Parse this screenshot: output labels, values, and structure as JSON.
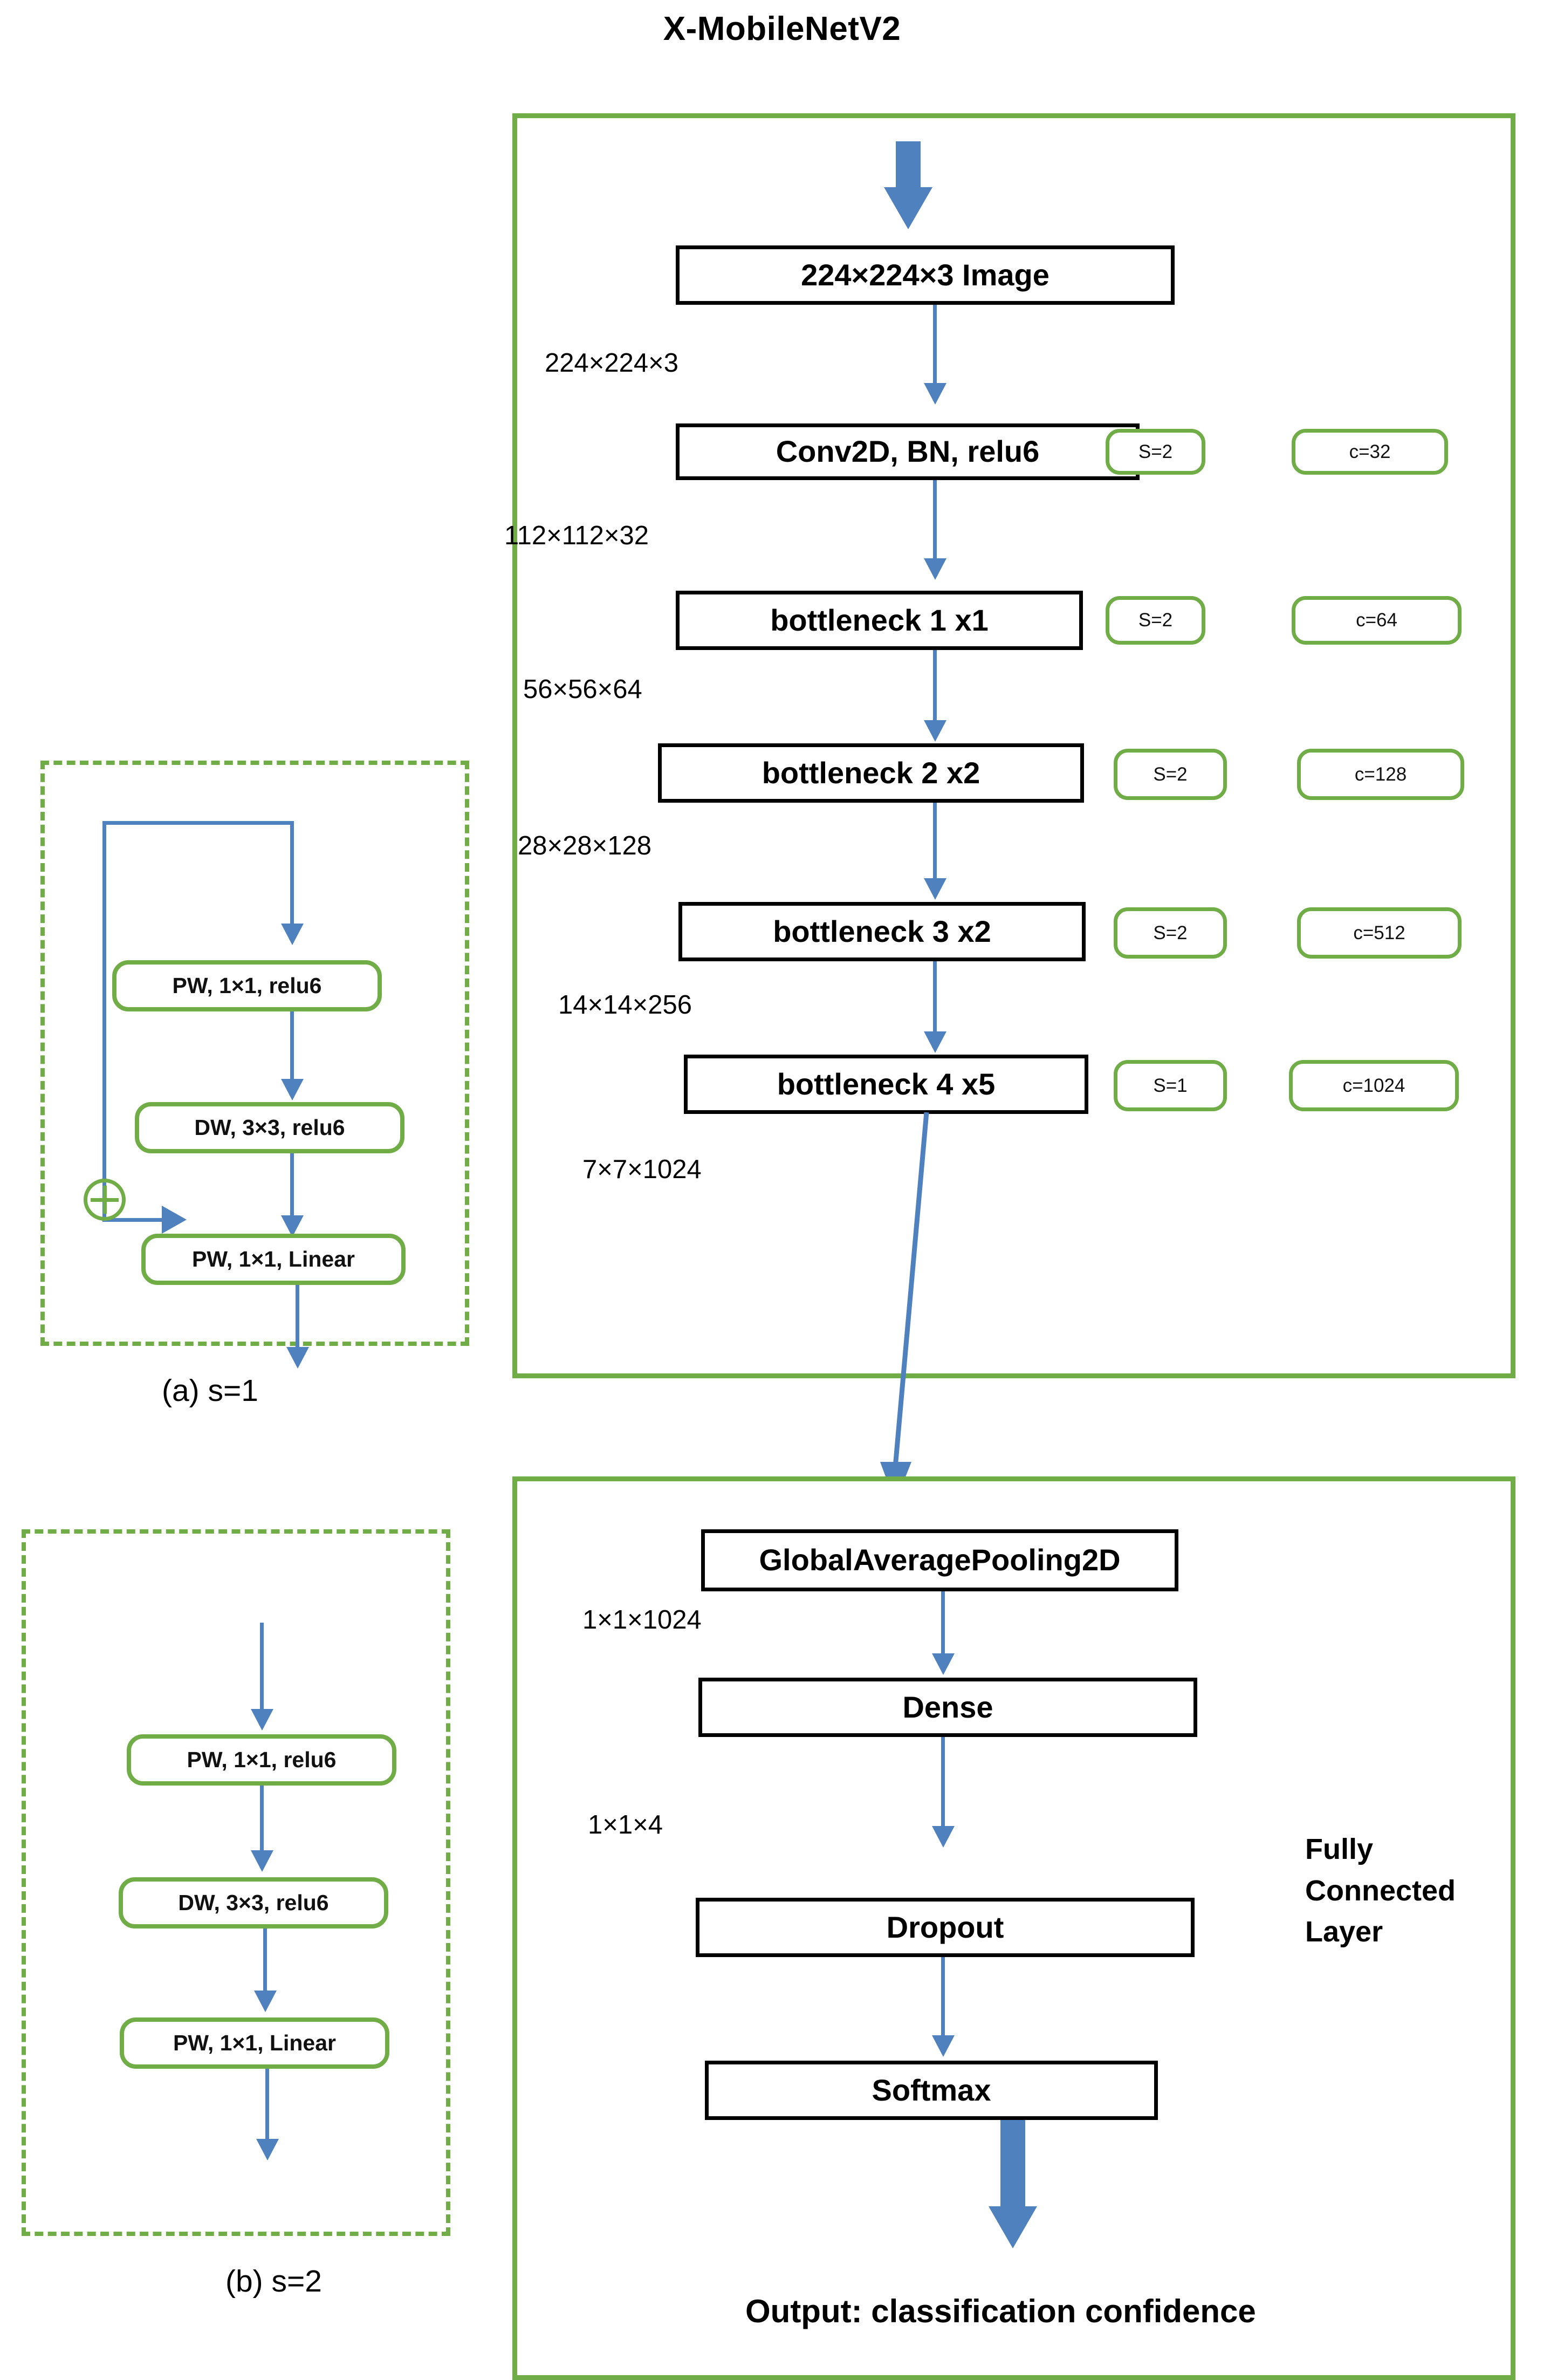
{
  "title": "X-MobileNetV2",
  "colors": {
    "green": "#70ad47",
    "blue": "#4e81bd",
    "black": "#000000"
  },
  "backbone": {
    "nodes": [
      {
        "label": "224×224×3 Image"
      },
      {
        "label": "Conv2D, BN, relu6"
      },
      {
        "label": "bottleneck 1 x1"
      },
      {
        "label": "bottleneck 2 x2"
      },
      {
        "label": "bottleneck 3 x2"
      },
      {
        "label": "bottleneck 4  x5"
      }
    ],
    "tensor_labels": [
      "224×224×3",
      "112×112×32",
      "56×56×64",
      "28×28×128",
      "14×14×256",
      "7×7×1024"
    ],
    "stride_badges": [
      "S=2",
      "S=2",
      "S=2",
      "S=2",
      "S=1"
    ],
    "channel_badges": [
      "c=32",
      "c=64",
      "c=128",
      "c=512",
      "c=1024"
    ]
  },
  "fully_connected": {
    "side_label_lines": [
      "Fully",
      "Connected",
      "Layer"
    ],
    "nodes": [
      {
        "label": "GlobalAveragePooling2D"
      },
      {
        "label": "Dense"
      },
      {
        "label": "Dropout"
      },
      {
        "label": "Softmax"
      }
    ],
    "tensor_labels": [
      "1×1×1024",
      "1×1×4"
    ]
  },
  "output_text": "Output: classification confidence",
  "block_a": {
    "caption": "(a)    s=1",
    "boxes": [
      "PW, 1×1, relu6",
      "DW, 3×3, relu6",
      "PW, 1×1, Linear"
    ],
    "residual_symbol": "⊕"
  },
  "block_b": {
    "caption": "(b) s=2",
    "boxes": [
      "PW, 1×1, relu6",
      "DW, 3×3, relu6",
      "PW, 1×1, Linear"
    ]
  }
}
